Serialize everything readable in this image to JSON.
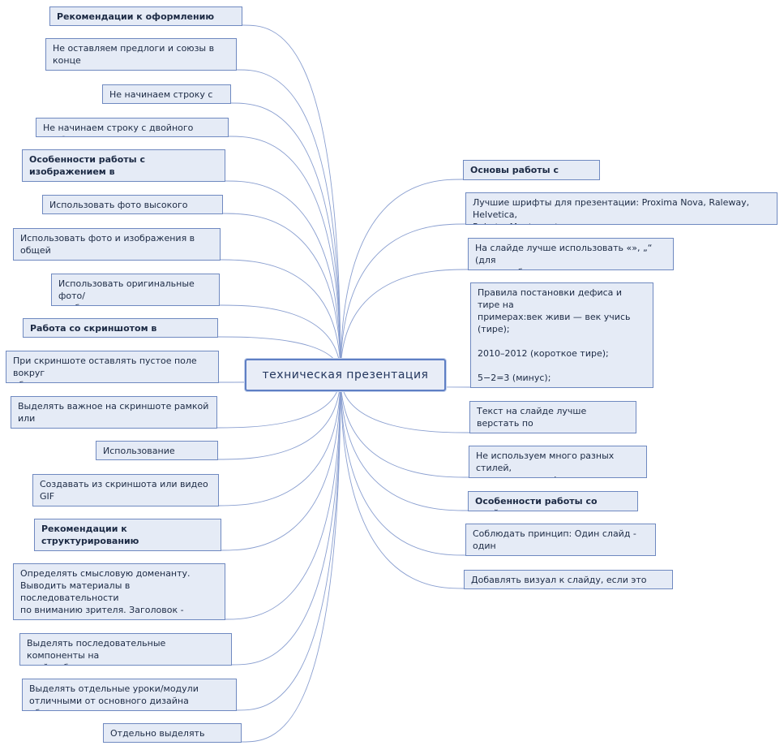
{
  "center": {
    "label": "техническая презентация"
  },
  "left_nodes": [
    {
      "text": "Рекомендации к оформлению текста",
      "header": true
    },
    {
      "text": "Не оставляем предлоги и союзы в конце\nстроки",
      "header": false
    },
    {
      "text": "Не начинаем строку с тире",
      "header": false
    },
    {
      "text": "Не начинаем строку с двойного  пробела",
      "header": false
    },
    {
      "text": "Особенности работы с изображением в\nпрезентации",
      "header": true
    },
    {
      "text": "Использовать фото высокого качества",
      "header": false
    },
    {
      "text": "Использовать фото и изображения в общей\nстилистике",
      "header": false
    },
    {
      "text": "Использовать оригинальные фото/\nизображения",
      "header": false
    },
    {
      "text": "Работа со скриншотом в презентации",
      "header": true
    },
    {
      "text": "При скриншоте оставлять пустое поле вокруг\nобъекта",
      "header": false
    },
    {
      "text": "Выделять важное на скриншоте рамкой или\nтенью",
      "header": false
    },
    {
      "text": "Использование макапов",
      "header": false
    },
    {
      "text": "Создавать из скриншота или видео GIF\nкартинки",
      "header": false
    },
    {
      "text": "Рекомендации к структурированию\nпрезентации",
      "header": true
    },
    {
      "text": "Определять смысловую доменанту.\nВыводить  материалы в последовательности\nпо вниманию зрителя. Заголовок - картинка -\nтекст",
      "header": false
    },
    {
      "text": "Выделять последовательные компоненты на\nслайде булитами или плашками",
      "header": false
    },
    {
      "text": "Выделять отдельные уроки/модули\nотличными от основного дизайна обложками",
      "header": false
    },
    {
      "text": "Отдельно выделять задания",
      "header": false
    }
  ],
  "right_nodes": [
    {
      "text": "Основы работы с текстом",
      "header": true
    },
    {
      "text": "Лучшие шрифты для презентации: Proxima Nova, Raleway, Helvetica,\nRoboto, Montserrat",
      "header": false
    },
    {
      "text": "На слайде лучше использовать «», „“ (для\nтого, чтобы заключить то, что находится ) «»",
      "header": false
    },
    {
      "text": "Правила постановки дефиса и тире на\nпримерах:век живи — век учись (тире);\n\n2010–2012 (короткое тире);\n\n5−2=3 (минус);\n\nкое-что (дефис).",
      "header": false
    },
    {
      "text": "Текст на слайде лучше верстать по\nпрямоугольнику",
      "header": false
    },
    {
      "text": "Не используем много разных стилей,\nразмеров и шрифтов текста",
      "header": false
    },
    {
      "text": "Особенности работы со слайдом",
      "header": true
    },
    {
      "text": "Соблюдать принцип: Один слайд - один\nсмысл",
      "header": false
    },
    {
      "text": "Добавлять визуал к слайду, если это уместно",
      "header": false
    }
  ]
}
